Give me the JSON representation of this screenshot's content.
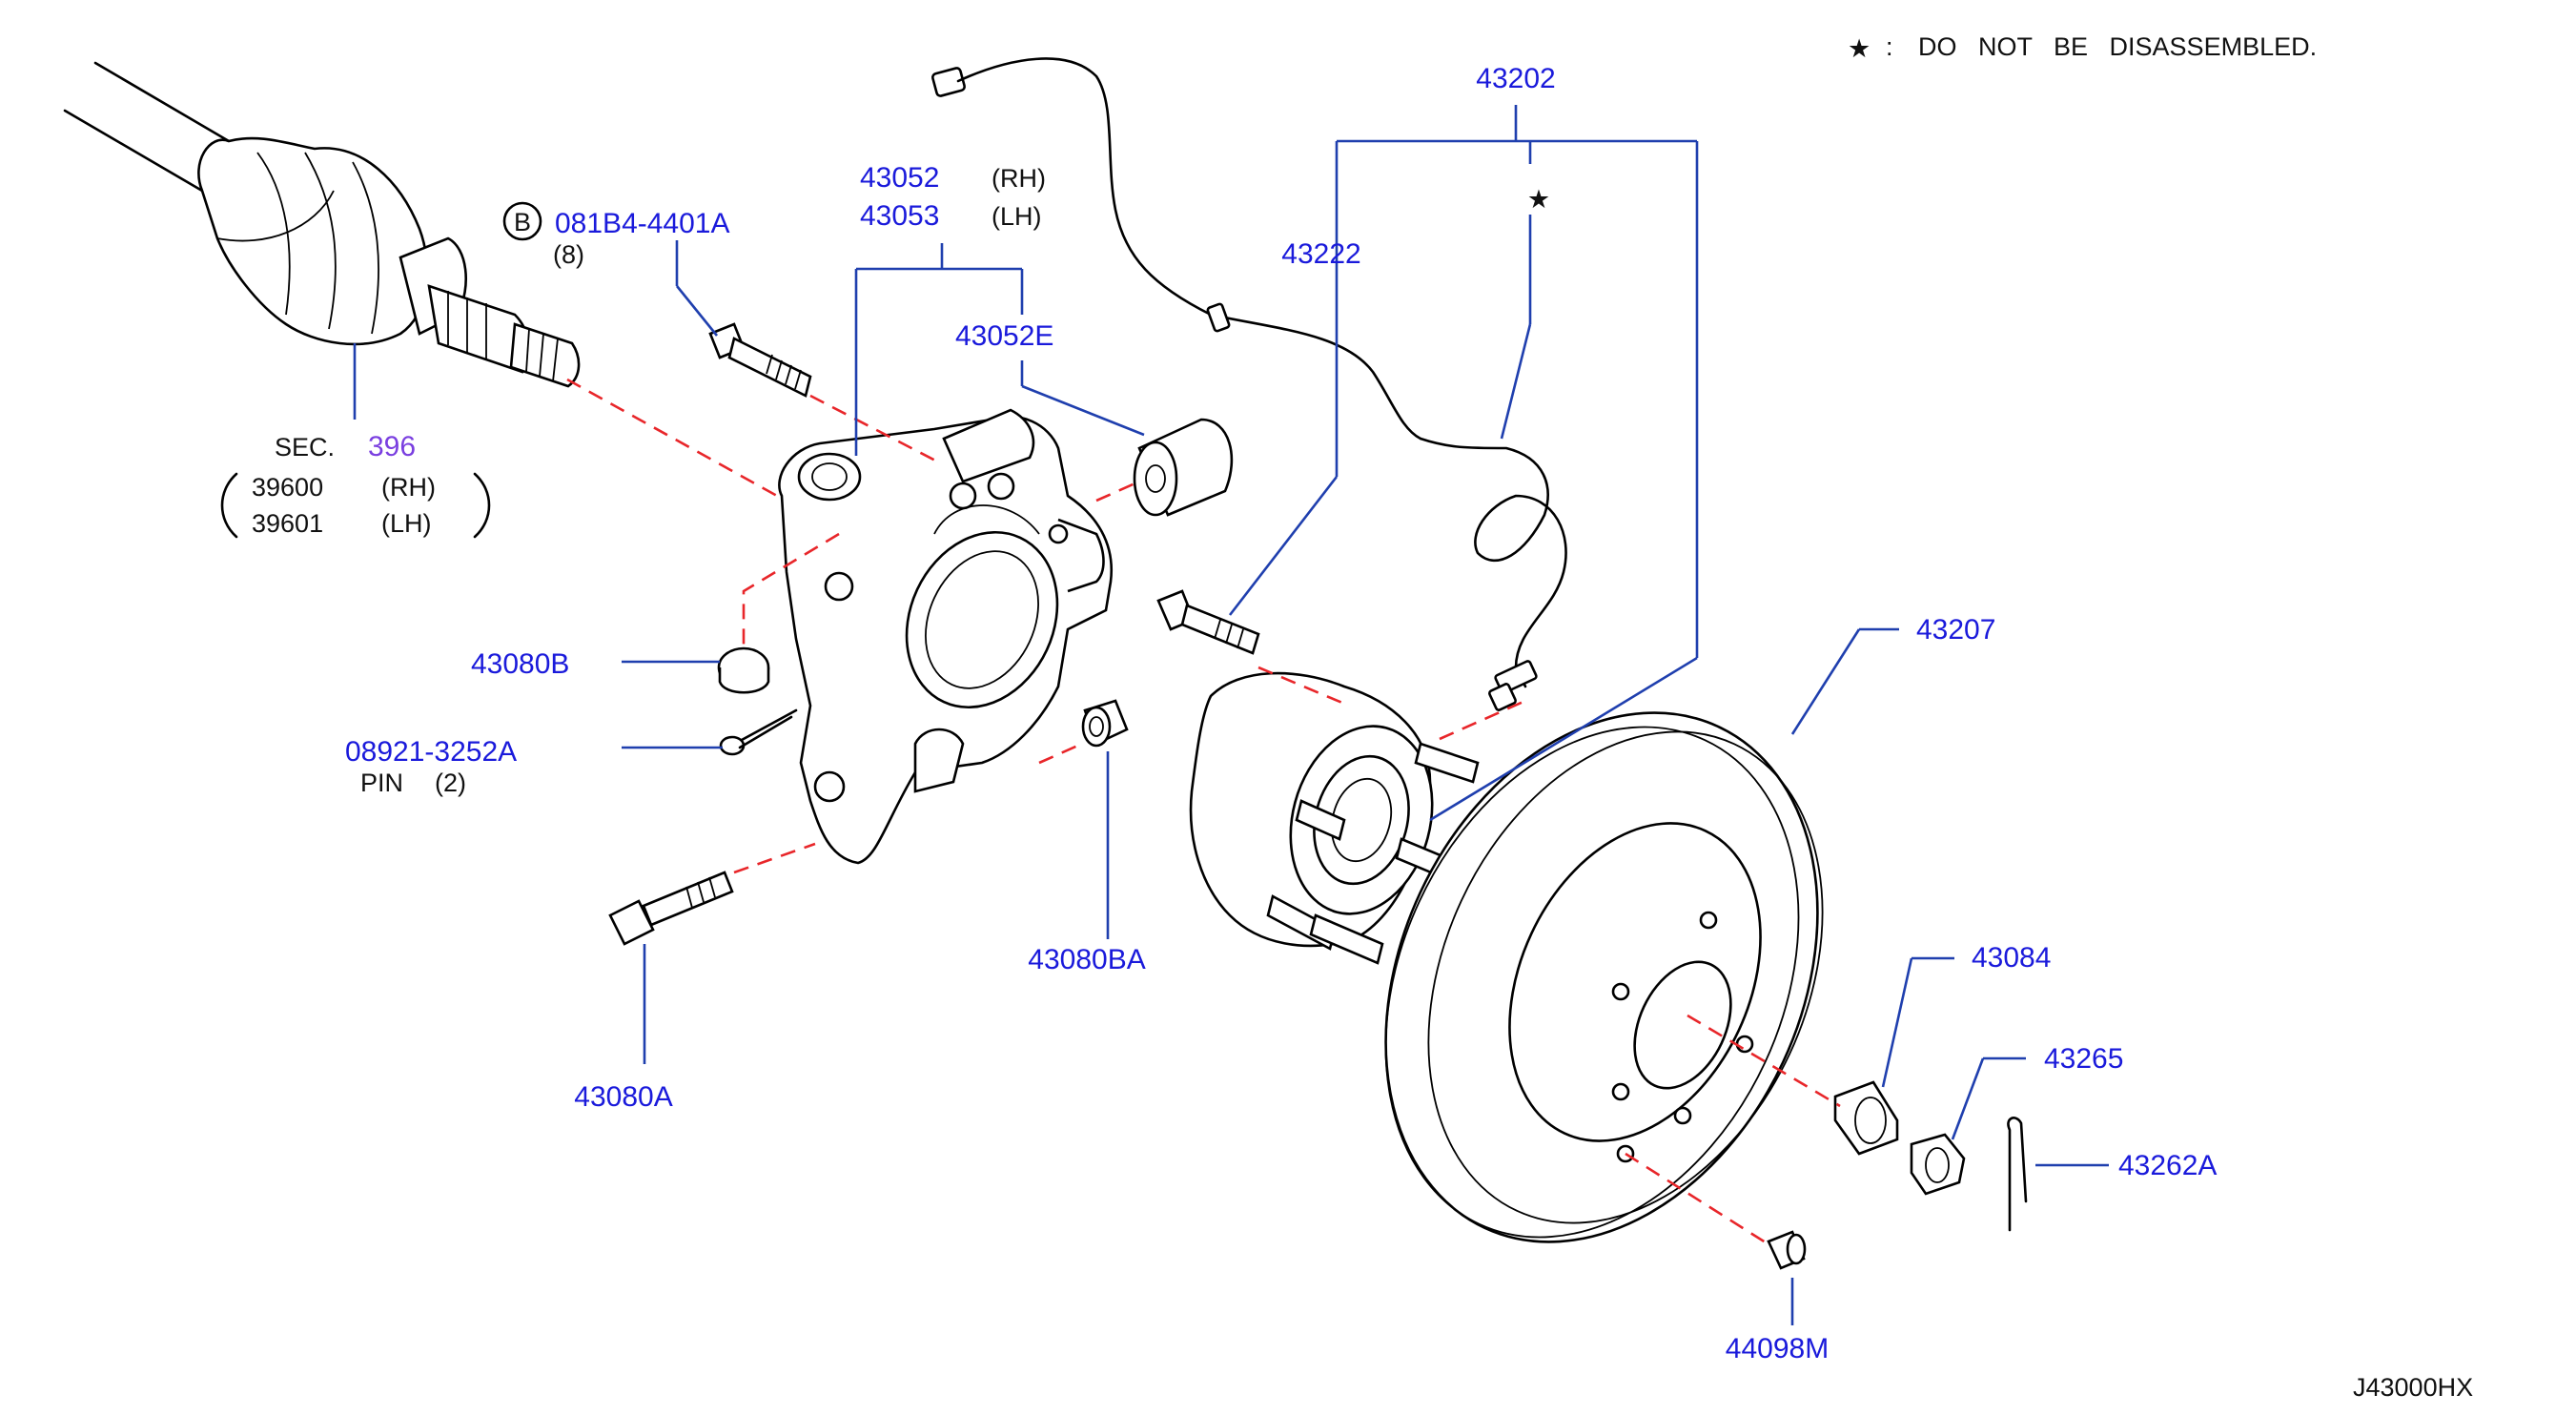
{
  "note": {
    "star": "★",
    "colon": ":",
    "text": "DO   NOT   BE   DISASSEMBLED."
  },
  "drawing_id": "J43000HX",
  "callouts": {
    "p43202": "43202",
    "p43222": "43222",
    "p43052": "43052",
    "p43052_side": "(RH)",
    "p43053": "43053",
    "p43053_side": "(LH)",
    "p43052E": "43052E",
    "p081B4": "081B4-4401A",
    "p081B4_badge": "B",
    "p081B4_qty": "(8)",
    "sec_label": "SEC.",
    "sec_num": "396",
    "p39600": "39600",
    "p39600_side": "(RH)",
    "p39601": "39601",
    "p39601_side": "(LH)",
    "p43080B": "43080B",
    "p08921": "08921-3252A",
    "pin_label": "PIN",
    "pin_qty": "(2)",
    "p43080A": "43080A",
    "p43080BA": "43080BA",
    "p43207": "43207",
    "p43084": "43084",
    "p43265": "43265",
    "p43262A": "43262A",
    "p44098M": "44098M",
    "star_mark": "★"
  },
  "colors": {
    "part_number": "#1a1adb",
    "sec_number": "#7a3fe0",
    "leader": "#1f3fae",
    "dashed_axis": "#e8262a",
    "outline": "#000000"
  }
}
